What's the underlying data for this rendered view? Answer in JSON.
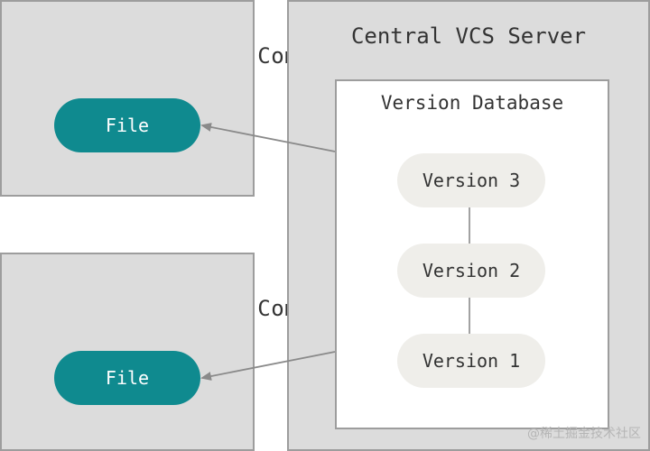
{
  "computer_a": {
    "title": "Computer A",
    "file_label": "File"
  },
  "computer_b": {
    "title": "Computer B",
    "file_label": "File"
  },
  "server": {
    "title": "Central VCS Server",
    "database": {
      "title": "Version Database",
      "versions": [
        "Version 3",
        "Version 2",
        "Version 1"
      ]
    }
  },
  "watermark": "@稀土掘金技术社区",
  "colors": {
    "file_pill": "#0f8a8f",
    "version_pill": "#efeeea",
    "box_background": "#dcdcdc",
    "border": "#9d9d9d",
    "arrow": "#8a8a8a"
  }
}
